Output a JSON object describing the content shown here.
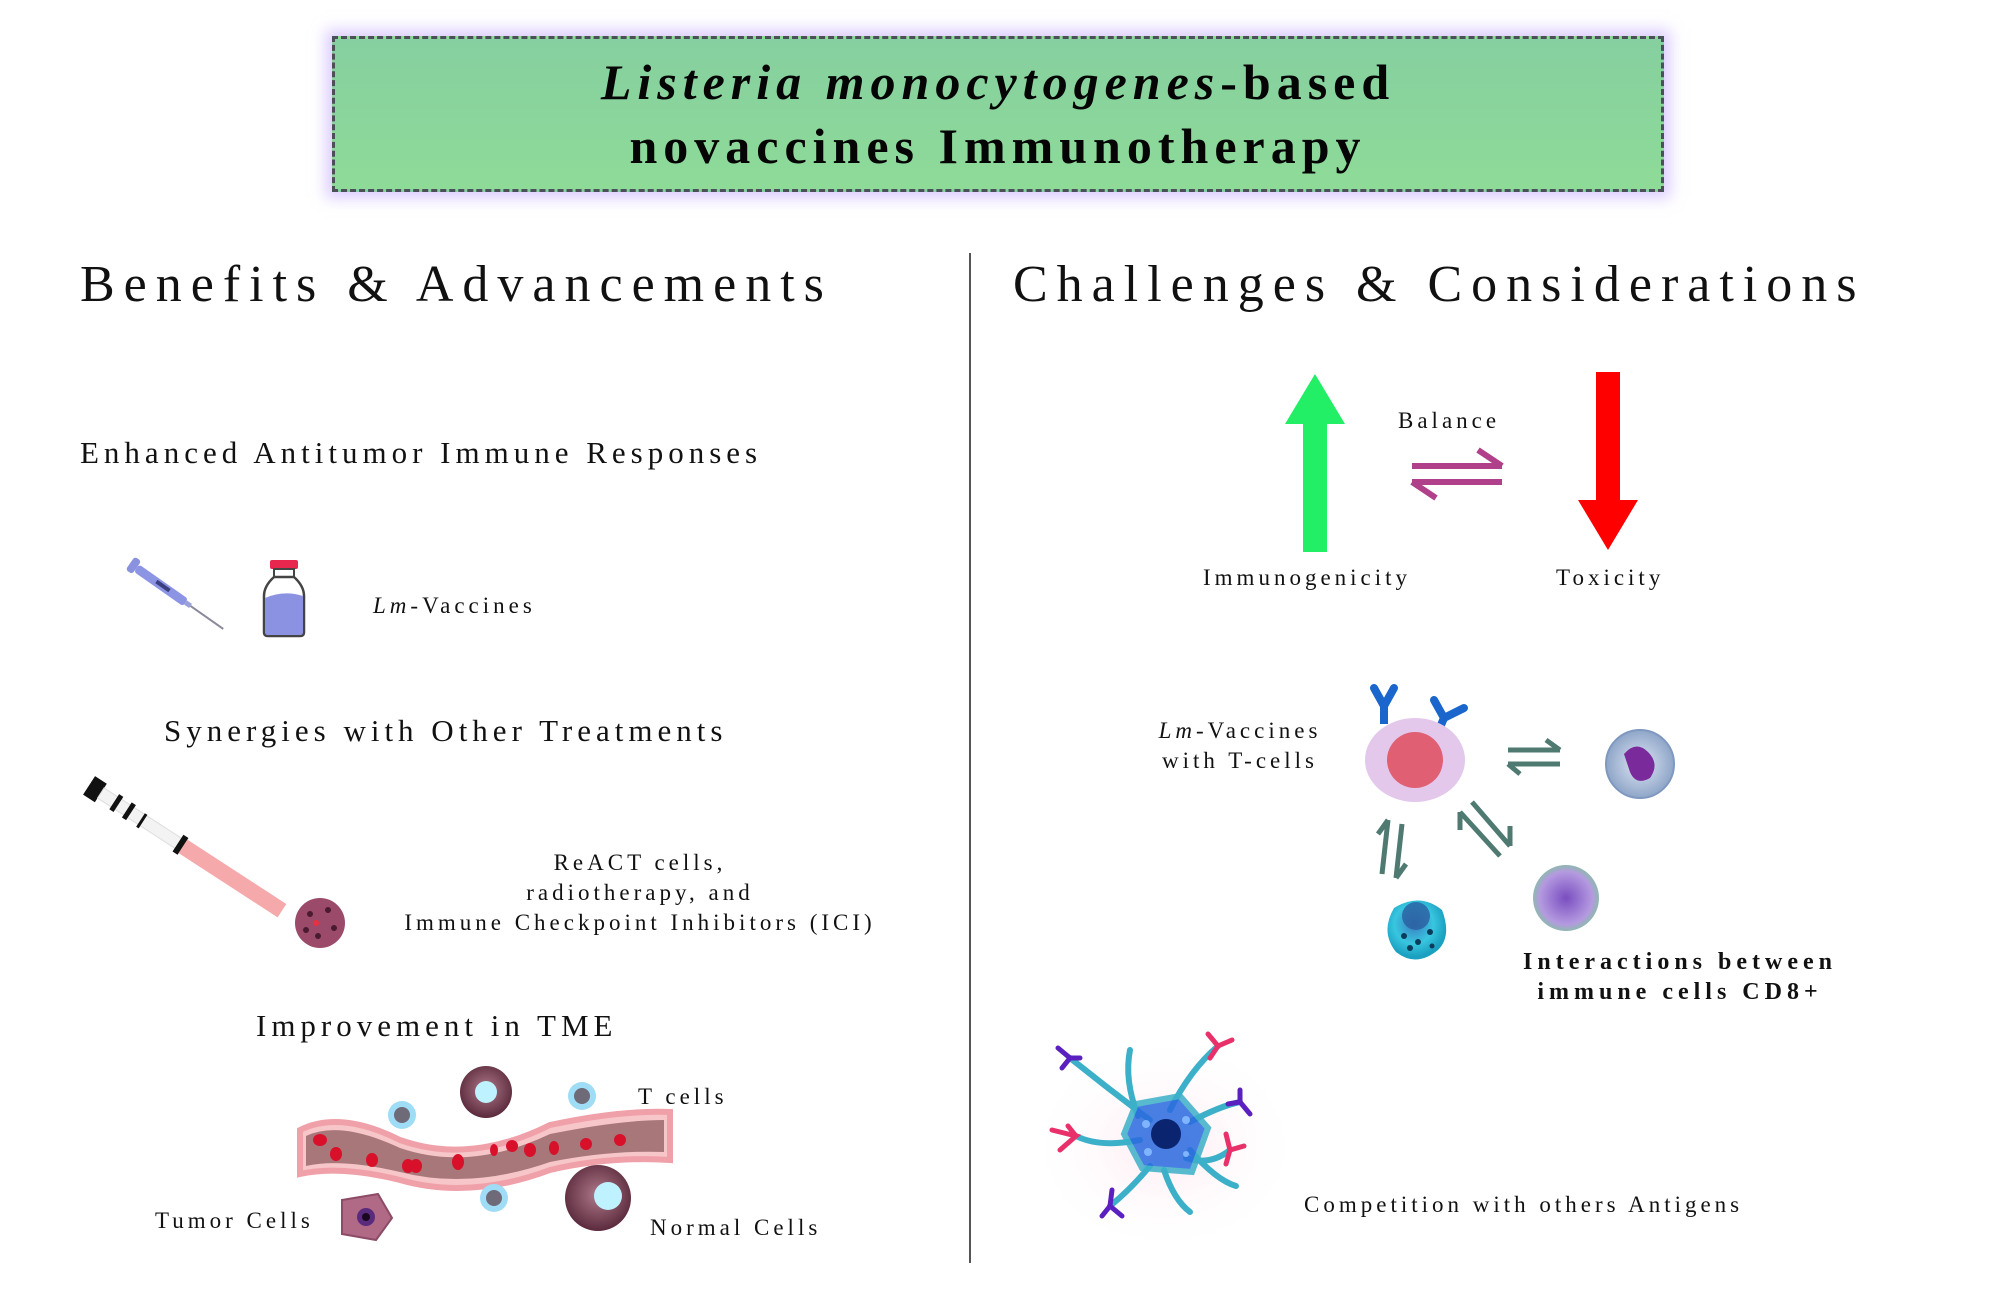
{
  "title": {
    "line1_italic": "Listeria monocytogenes",
    "line1_rest": "-based",
    "line2": "novaccines Immunotherapy",
    "background_color": "#8bd59c",
    "border_color": "#4a4f5a",
    "glow_color": "#bea0ff"
  },
  "left": {
    "heading": "Benefits & Advancements",
    "sections": [
      {
        "heading": "Enhanced Antitumor Immune Responses",
        "icons": [
          "syringe-icon",
          "vaccine-vial-icon"
        ],
        "label_italic": "Lm",
        "label_rest": "-Vaccines"
      },
      {
        "heading": "Synergies with Other Treatments",
        "icons": [
          "radiation-syringe-icon",
          "tumor-cell-icon"
        ],
        "label_lines": [
          "ReACT cells,",
          "radiotherapy, and",
          "Immune Checkpoint Inhibitors (ICI)"
        ]
      },
      {
        "heading": "Improvement in TME",
        "icons": [
          "blood-vessel-icon",
          "t-cell-icon",
          "normal-cell-icon",
          "tumor-cell-icon"
        ],
        "labels": {
          "t_cells": "T cells",
          "tumor_cells": "Tumor Cells",
          "normal_cells": "Normal Cells"
        }
      }
    ]
  },
  "right": {
    "heading": "Challenges & Considerations",
    "balance": {
      "label": "Balance",
      "up_label": "Immunogenicity",
      "down_label": "Toxicity",
      "up_color": "#22ee66",
      "down_color": "#ff0000",
      "equilibrium_color": "#b0408a"
    },
    "interactions": {
      "vaccine_label_italic": "Lm",
      "vaccine_label_rest": "-Vaccines",
      "vaccine_label_line2": "with T-cells",
      "caption_lines": [
        "Interactions between",
        "immune cells CD8+"
      ],
      "arrow_color": "#4f7a72"
    },
    "competition": {
      "label": "Competition with others Antigens",
      "icon": "dendritic-cell-icon"
    }
  }
}
